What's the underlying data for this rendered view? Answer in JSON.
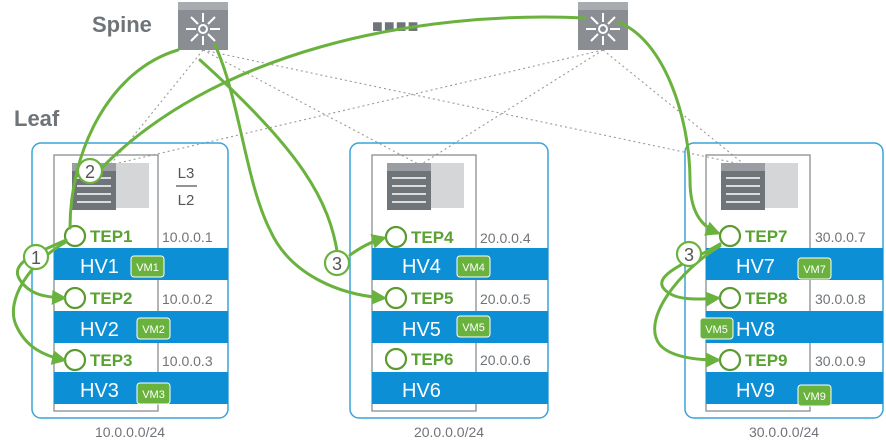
{
  "title_spine": "Spine",
  "title_leaf": "Leaf",
  "ellipsis": "■■■■",
  "layer_top": "L3",
  "layer_bottom": "L2",
  "colors": {
    "green": "#6ab23e",
    "green_text": "#5aa232",
    "blue_bar": "#0d8fd6",
    "rack_border": "#3aa3d8",
    "vm_fill": "#6ab23e",
    "switch_dark": "#6f7478",
    "switch_light": "#d4d6d8"
  },
  "racks": [
    {
      "subnet": "10.0.0.0/24",
      "hosts": [
        {
          "tep": "TEP1",
          "ip": "10.0.0.1",
          "hv": "HV1",
          "vm": "VM1"
        },
        {
          "tep": "TEP2",
          "ip": "10.0.0.2",
          "hv": "HV2",
          "vm": "VM2"
        },
        {
          "tep": "TEP3",
          "ip": "10.0.0.3",
          "hv": "HV3",
          "vm": "VM3"
        }
      ]
    },
    {
      "subnet": "20.0.0.0/24",
      "hosts": [
        {
          "tep": "TEP4",
          "ip": "20.0.0.4",
          "hv": "HV4",
          "vm": "VM4"
        },
        {
          "tep": "TEP5",
          "ip": "20.0.0.5",
          "hv": "HV5",
          "vm": "VM5"
        },
        {
          "tep": "TEP6",
          "ip": "20.0.0.6",
          "hv": "HV6",
          "vm": ""
        }
      ]
    },
    {
      "subnet": "30.0.0.0/24",
      "hosts": [
        {
          "tep": "TEP7",
          "ip": "30.0.0.7",
          "hv": "HV7",
          "vm": "VM7"
        },
        {
          "tep": "TEP8",
          "ip": "30.0.0.8",
          "hv": "HV8",
          "vm": "VM5"
        },
        {
          "tep": "TEP9",
          "ip": "30.0.0.9",
          "hv": "HV9",
          "vm": "VM9"
        }
      ]
    }
  ],
  "step_markers": [
    "1",
    "2",
    "3",
    "3"
  ]
}
